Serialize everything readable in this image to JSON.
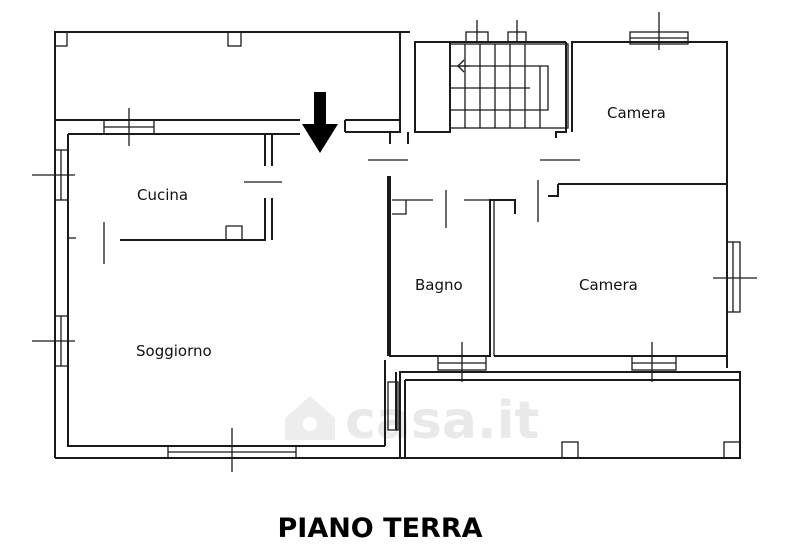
{
  "rooms": {
    "cucina": "Cucina",
    "soggiorno": "Soggiorno",
    "bagno": "Bagno",
    "camera_1": "Camera",
    "camera_2": "Camera"
  },
  "floor_title": "PIANO TERRA",
  "watermark": "casa.it",
  "colors": {
    "wall": "#1a1a1a",
    "background": "#ffffff",
    "watermark": "#e9e9e9"
  },
  "icons": {
    "entrance": "arrow-down-icon",
    "watermark": "house-icon"
  }
}
